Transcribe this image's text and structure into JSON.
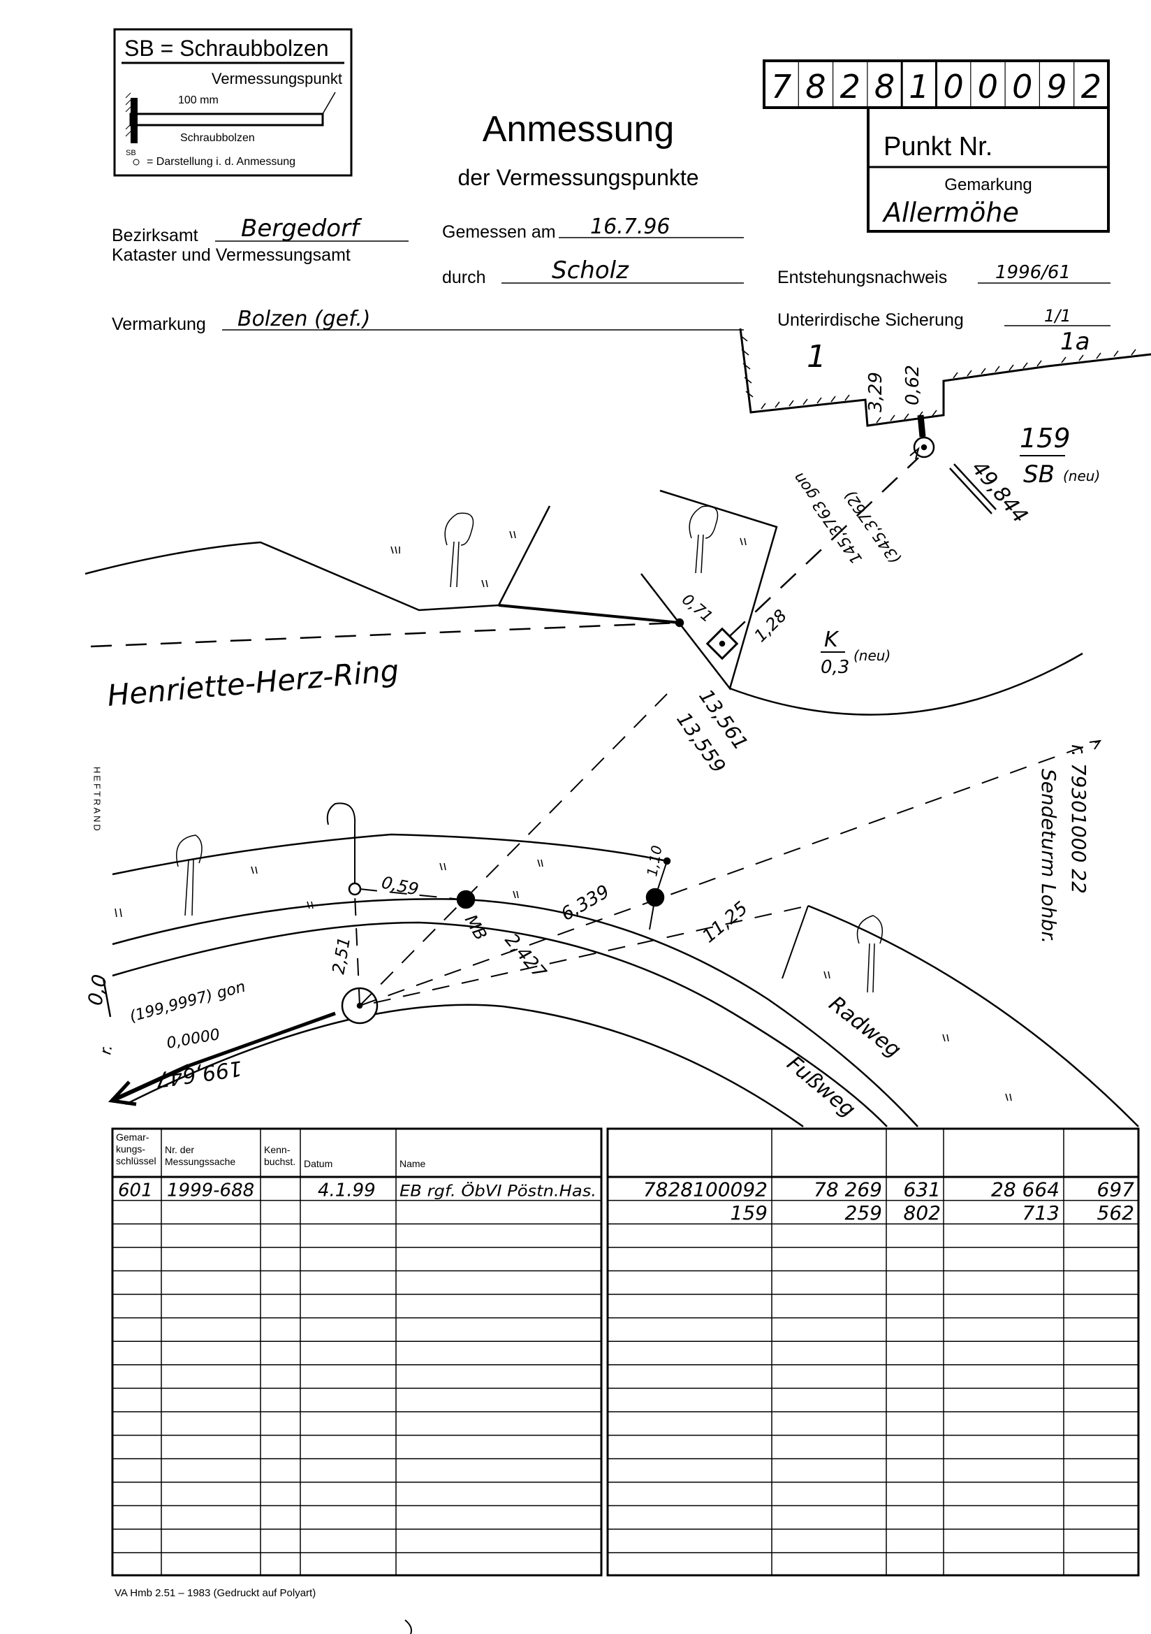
{
  "legend": {
    "title": "SB = Schraubbolzen",
    "vermessungspunkt": "Vermessungspunkt",
    "length": "100 mm",
    "bolt": "Schraubbolzen",
    "symbol": "SB",
    "darstellung": "= Darstellung i. d. Anmessung"
  },
  "header": {
    "title": "Anmessung",
    "subtitle": "der Vermessungspunkte",
    "punkt_digits": [
      "7",
      "8",
      "2",
      "8",
      "1",
      "0",
      "0",
      "0",
      "9",
      "2"
    ],
    "punkt_label": "Punkt Nr.",
    "gemarkung_label": "Gemarkung",
    "gemarkung_value": "Allermöhe"
  },
  "form": {
    "bezirksamt_label": "Bezirksamt",
    "bezirksamt_value": "Bergedorf",
    "kataster_label": "Kataster und Vermessungsamt",
    "gemessen_label": "Gemessen am",
    "gemessen_value": "16.7.96",
    "durch_label": "durch",
    "durch_value": "Scholz",
    "entstehung_label": "Entstehungsnachweis",
    "entstehung_value": "1996/61",
    "vermarkung_label": "Vermarkung",
    "vermarkung_value": "Bolzen (gef.)",
    "sicherung_label": "Unterirdische Sicherung",
    "sicherung_value": "1/1"
  },
  "heftrand": "HEFTRAND",
  "sketch": {
    "street": "Henriette-Herz-Ring",
    "building_1": "1",
    "building_1a": "1a",
    "d_329": "3,29",
    "d_062": "0,62",
    "point_159": "159",
    "point_159_type": "SB",
    "neu_1": "(neu)",
    "d_49844": "49,844",
    "angle_1": "145,3763 gon",
    "angle_2": "(345,3762)",
    "d_071": "0,71",
    "d_128": "1,28",
    "k_label": "K",
    "k_value": "0,3",
    "neu_2": "(neu)",
    "d_13561": "13,561",
    "d_13559": "13,559",
    "ref_r": "r. 79301000 22",
    "ref_name": "Sendeturm Lohbr.",
    "d_059": "0,59",
    "d_251": "2,51",
    "mb": "MB",
    "d_2427": "2,427",
    "d_6339": "6,339",
    "d_110": "1,10",
    "d_1125": "11,25",
    "d_00": "0,0",
    "r_left": "r.",
    "angle_3": "(199,9997) gon",
    "angle_4": "0,0000",
    "d_199647": "199,647",
    "radweg": "Radweg",
    "fussweg": "Fußweg"
  },
  "table": {
    "headers": [
      "Gemar-kungs-schlüssel",
      "Nr. der Messungssache",
      "Kenn-buchst.",
      "Datum",
      "Name"
    ],
    "rows": [
      {
        "schluessel": "601",
        "nr": "1999-688",
        "kenn": "",
        "datum": "4.1.99",
        "name": "EB rgf. ÖbVI Pöstn.Has.",
        "punkt": "7828100092",
        "x1": "78 269",
        "x2": "631",
        "y1": "28 664",
        "y2": "697"
      },
      {
        "schluessel": "",
        "nr": "",
        "kenn": "",
        "datum": "",
        "name": "",
        "punkt": "159",
        "x1": "259",
        "x2": "802",
        "y1": "713",
        "y2": "562"
      }
    ]
  },
  "footer": "VA Hmb 2.51 – 1983 (Gedruckt auf Polyart)"
}
